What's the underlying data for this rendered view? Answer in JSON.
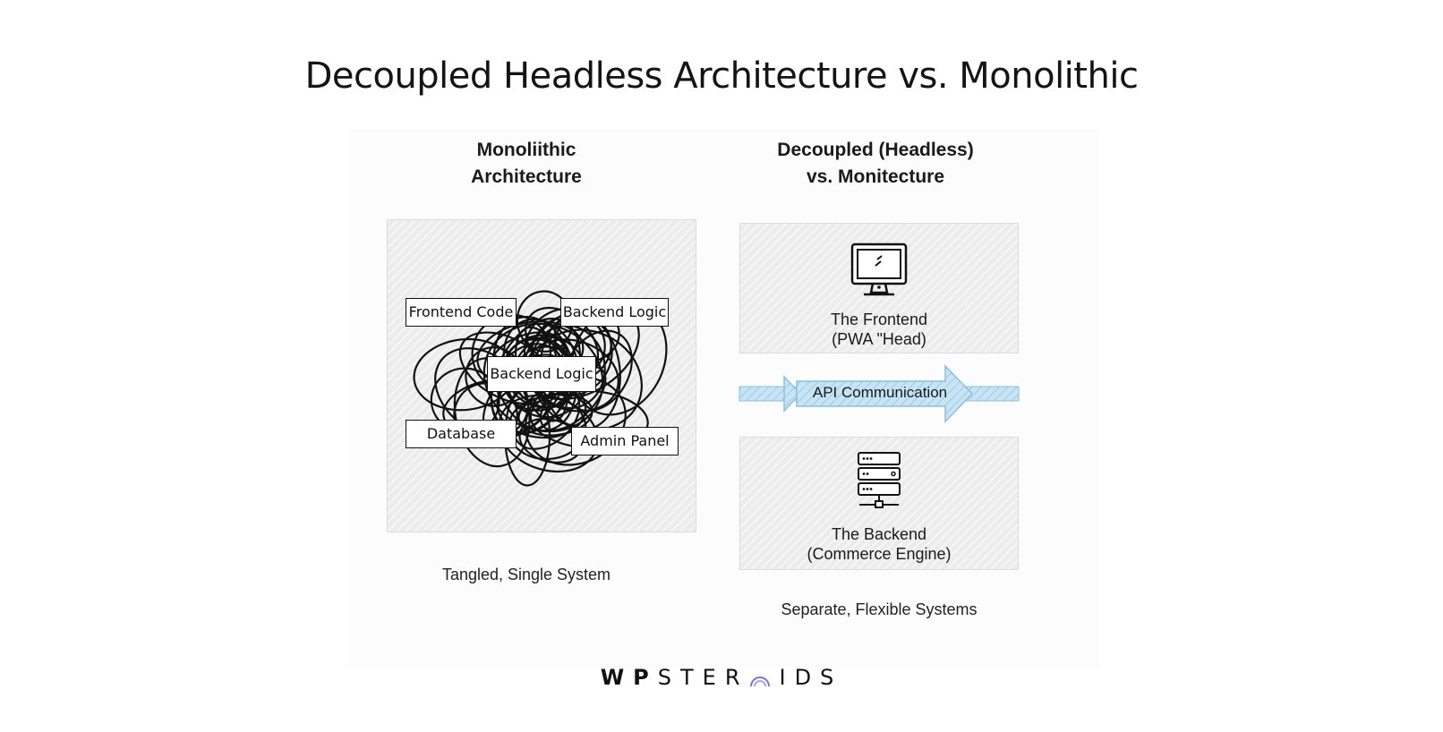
{
  "title": "Decoupled Headless Architecture vs. Monolithic",
  "monolithic": {
    "heading_line1": "Monoliithic",
    "heading_line2": "Architecture",
    "labels": {
      "frontend": "Frontend Code",
      "backend_top": "Backend Logic",
      "backend_center": "Backend Logic",
      "database": "Database",
      "admin": "Admin Panel"
    },
    "caption": "Tangled, Single System"
  },
  "decoupled": {
    "heading_line1": "Decoupled (Headless)",
    "heading_line2": "vs. Monitecture",
    "frontend_line1": "The Frontend",
    "frontend_line2": "(PWA \"Head)",
    "api_label": "API Communication",
    "backend_line1": "The Backend",
    "backend_line2": "(Commerce Engine)",
    "caption": "Separate, Flexible Systems"
  },
  "logo": {
    "part1": "WP",
    "part2": "STER",
    "part3": "IDS"
  },
  "colors": {
    "arrow_fill": "#bfe0f2",
    "arrow_stroke": "#7fb8da",
    "logo_arc": "#7b74d6"
  }
}
